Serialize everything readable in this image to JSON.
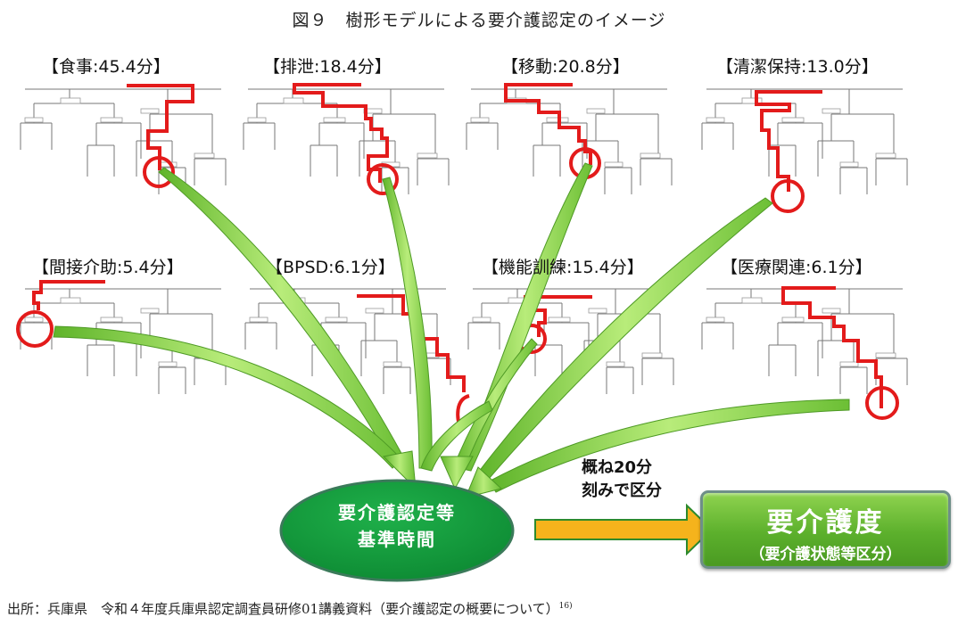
{
  "title": "図９　樹形モデルによる要介護認定のイメージ",
  "trees": [
    {
      "label": "【食事:45.4分】",
      "category": "食事",
      "minutes": 45.4
    },
    {
      "label": "【排泄:18.4分】",
      "category": "排泄",
      "minutes": 18.4
    },
    {
      "label": "【移動:20.8分】",
      "category": "移動",
      "minutes": 20.8
    },
    {
      "label": "【清潔保持:13.0分】",
      "category": "清潔保持",
      "minutes": 13.0
    },
    {
      "label": "【間接介助:5.4分】",
      "category": "間接介助",
      "minutes": 5.4
    },
    {
      "label": "【BPSD:6.1分】",
      "category": "BPSD",
      "minutes": 6.1
    },
    {
      "label": "【機能訓練:15.4分】",
      "category": "機能訓練",
      "minutes": 15.4
    },
    {
      "label": "【医療関連:6.1分】",
      "category": "医療関連",
      "minutes": 6.1
    }
  ],
  "aggregate": {
    "line1": "要介護認定等",
    "line2": "基準時間"
  },
  "step_note": {
    "line1": "概ね20分",
    "line2": "刻みで区分"
  },
  "result": {
    "main": "要介護度",
    "sub": "（要介護状態等区分）"
  },
  "source": {
    "text": "出所：兵庫県　令和４年度兵庫県認定調査員研修01講義資料（要介護認定の概要について）",
    "footnote": "16)"
  },
  "colors": {
    "path_red": "#e31b1b",
    "arrow_green": "#8fd14f",
    "ellipse_green": "#129a3c",
    "result_green": "#5cb02c",
    "orange_arrow": "#f5b31c"
  }
}
